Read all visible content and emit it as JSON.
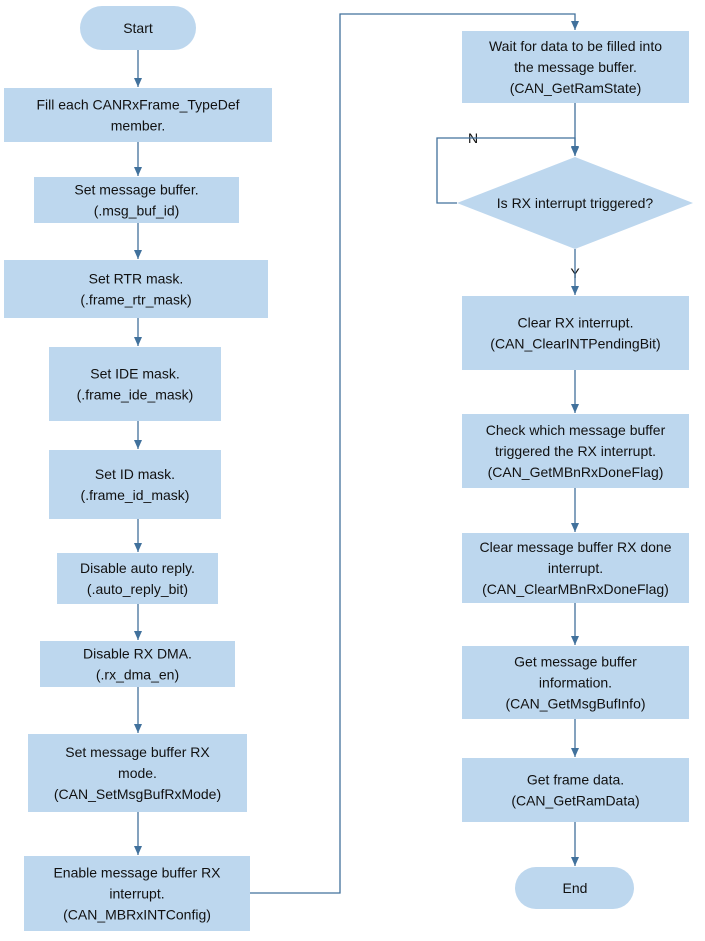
{
  "flowchart": {
    "start": "Start",
    "end": "End",
    "left_column": [
      [
        "Fill each CANRxFrame_TypeDef",
        "member."
      ],
      [
        "Set message buffer.",
        "(.msg_buf_id)"
      ],
      [
        "Set RTR mask.",
        "(.frame_rtr_mask)"
      ],
      [
        "Set IDE mask.",
        "(.frame_ide_mask)"
      ],
      [
        "Set ID mask.",
        "(.frame_id_mask)"
      ],
      [
        "Disable auto reply.",
        "(.auto_reply_bit)"
      ],
      [
        "Disable RX DMA.",
        "(.rx_dma_en)"
      ],
      [
        "Set message buffer RX",
        "mode.",
        "(CAN_SetMsgBufRxMode)"
      ],
      [
        "Enable message buffer RX",
        "interrupt.",
        "(CAN_MBRxINTConfig)"
      ]
    ],
    "wait_box": [
      "Wait for data to be filled into",
      "the message buffer.",
      "(CAN_GetRamState)"
    ],
    "decision": "Is RX interrupt triggered?",
    "branch_no": "N",
    "branch_yes": "Y",
    "right_column": [
      [
        "Clear RX interrupt.",
        "(CAN_ClearINTPendingBit)"
      ],
      [
        "Check which message buffer",
        "triggered the RX interrupt.",
        "(CAN_GetMBnRxDoneFlag)"
      ],
      [
        "Clear message buffer RX done",
        "interrupt.",
        "(CAN_ClearMBnRxDoneFlag)"
      ],
      [
        "Get message buffer",
        "information.",
        "(CAN_GetMsgBufInfo)"
      ],
      [
        "Get frame data.",
        "(CAN_GetRamData)"
      ]
    ],
    "colors": {
      "fill": "#bdd7ee",
      "connector": "#41719c",
      "text": "#111111"
    }
  }
}
